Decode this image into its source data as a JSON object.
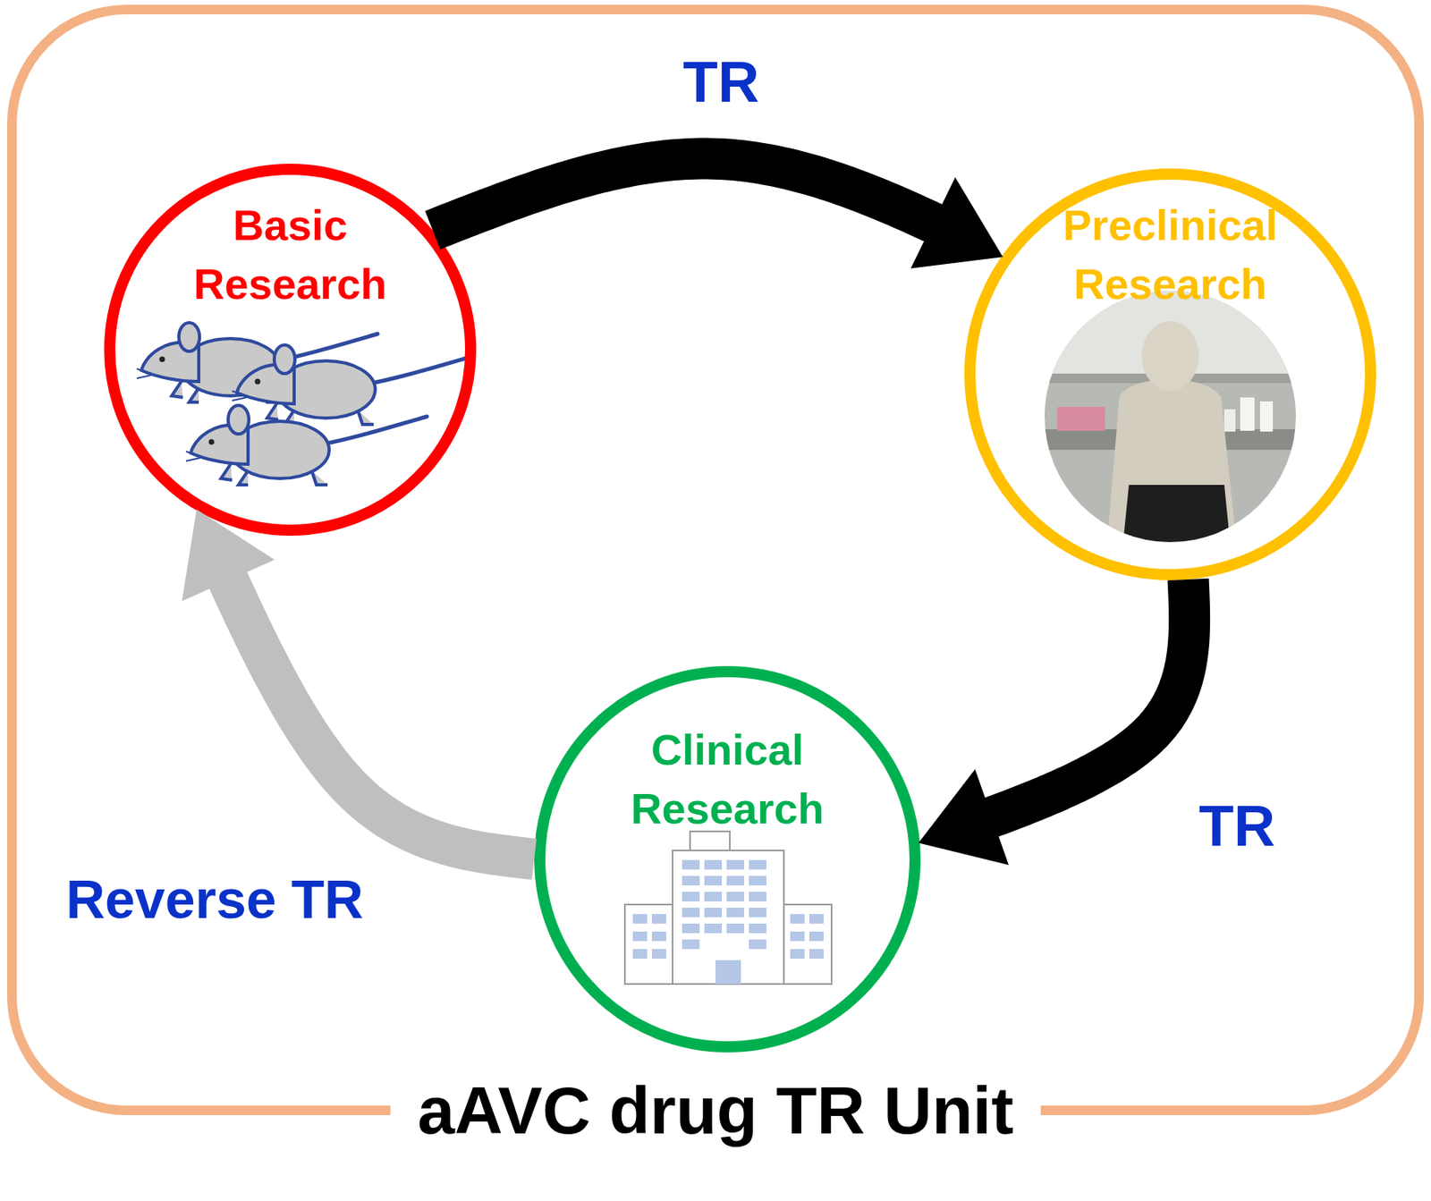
{
  "diagram": {
    "nodes": [
      {
        "text": [
          "aAVC drug TR Unit"
        ]
      },
      {
        "text": [
          "Basic Research"
        ],
        "in": 0
      },
      {
        "text": [
          "Preclinical Research"
        ],
        "in": 0
      },
      {
        "text": [
          "Clinical Research"
        ],
        "in": 0
      }
    ],
    "edges": [
      {
        "from": 1,
        "to": 2,
        "label": "TR",
        "arrow": "to"
      },
      {
        "from": 2,
        "to": 3,
        "label": "TR",
        "arrow": "to"
      },
      {
        "from": 3,
        "to": 1,
        "label": "Reverse TR",
        "arrow": "to"
      }
    ]
  }
}
